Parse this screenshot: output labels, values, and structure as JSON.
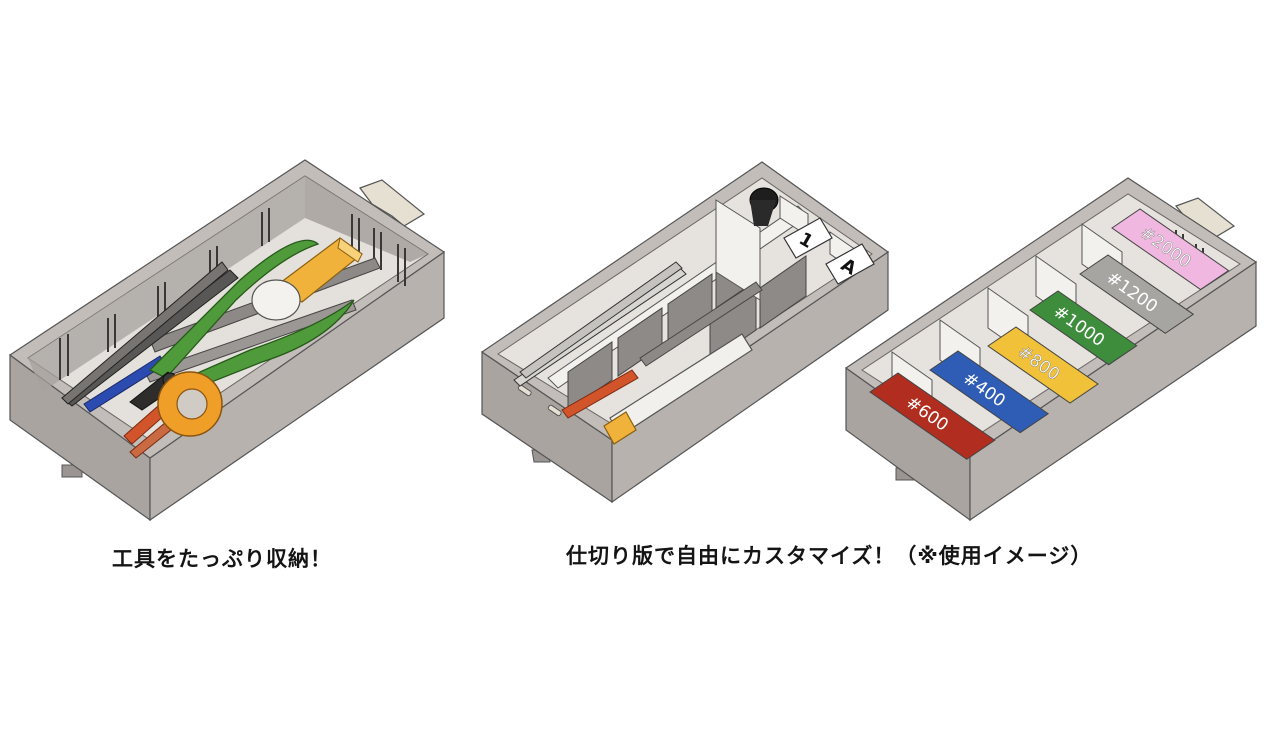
{
  "captions": {
    "left": "工具をたっぷり収納！",
    "right": "仕切り版で自由にカスタマイズ！（※使用イメージ）"
  },
  "box2": {
    "slot_label_1": "1",
    "slot_label_a": "A"
  },
  "box3": {
    "sandpaper": [
      {
        "label": "#600",
        "color": "#b12d1f"
      },
      {
        "label": "#400",
        "color": "#2f5db5"
      },
      {
        "label": "#800",
        "color": "#f1c13a"
      },
      {
        "label": "#1000",
        "color": "#3e8d3c"
      },
      {
        "label": "#1200",
        "color": "#a7a5a2"
      },
      {
        "label": "#2000",
        "color": "#f0b7e0"
      }
    ]
  },
  "colors": {
    "box": "#b6b1ad",
    "box_dark": "#8e8986",
    "handle": "#e6e0d2"
  }
}
